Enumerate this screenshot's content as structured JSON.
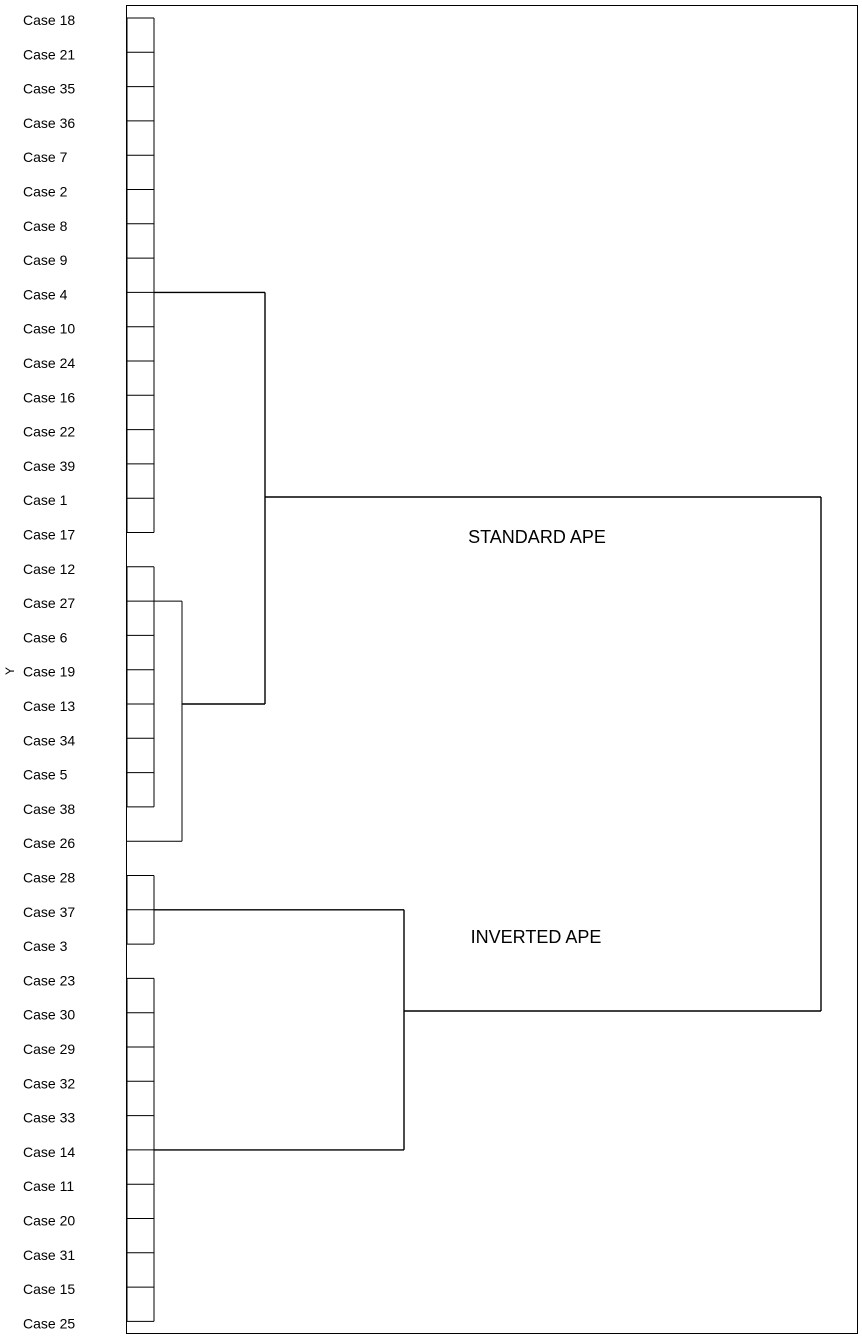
{
  "diagram": {
    "axis_label": "Y",
    "group_labels": {
      "standard": "STANDARD APE",
      "inverted": "INVERTED APE"
    },
    "cases": [
      "Case 18",
      "Case 21",
      "Case 35",
      "Case 36",
      "Case 7",
      "Case 2",
      "Case 8",
      "Case 9",
      "Case 4",
      "Case 10",
      "Case 24",
      "Case 16",
      "Case 22",
      "Case 39",
      "Case 1",
      "Case 17",
      "Case 12",
      "Case 27",
      "Case 6",
      "Case 19",
      "Case 13",
      "Case 34",
      "Case 5",
      "Case 38",
      "Case 26",
      "Case 28",
      "Case 37",
      "Case 3",
      "Case 23",
      "Case 30",
      "Case 29",
      "Case 32",
      "Case 33",
      "Case 14",
      "Case 11",
      "Case 20",
      "Case 31",
      "Case 15",
      "Case 25"
    ],
    "line_color": "#000000"
  }
}
